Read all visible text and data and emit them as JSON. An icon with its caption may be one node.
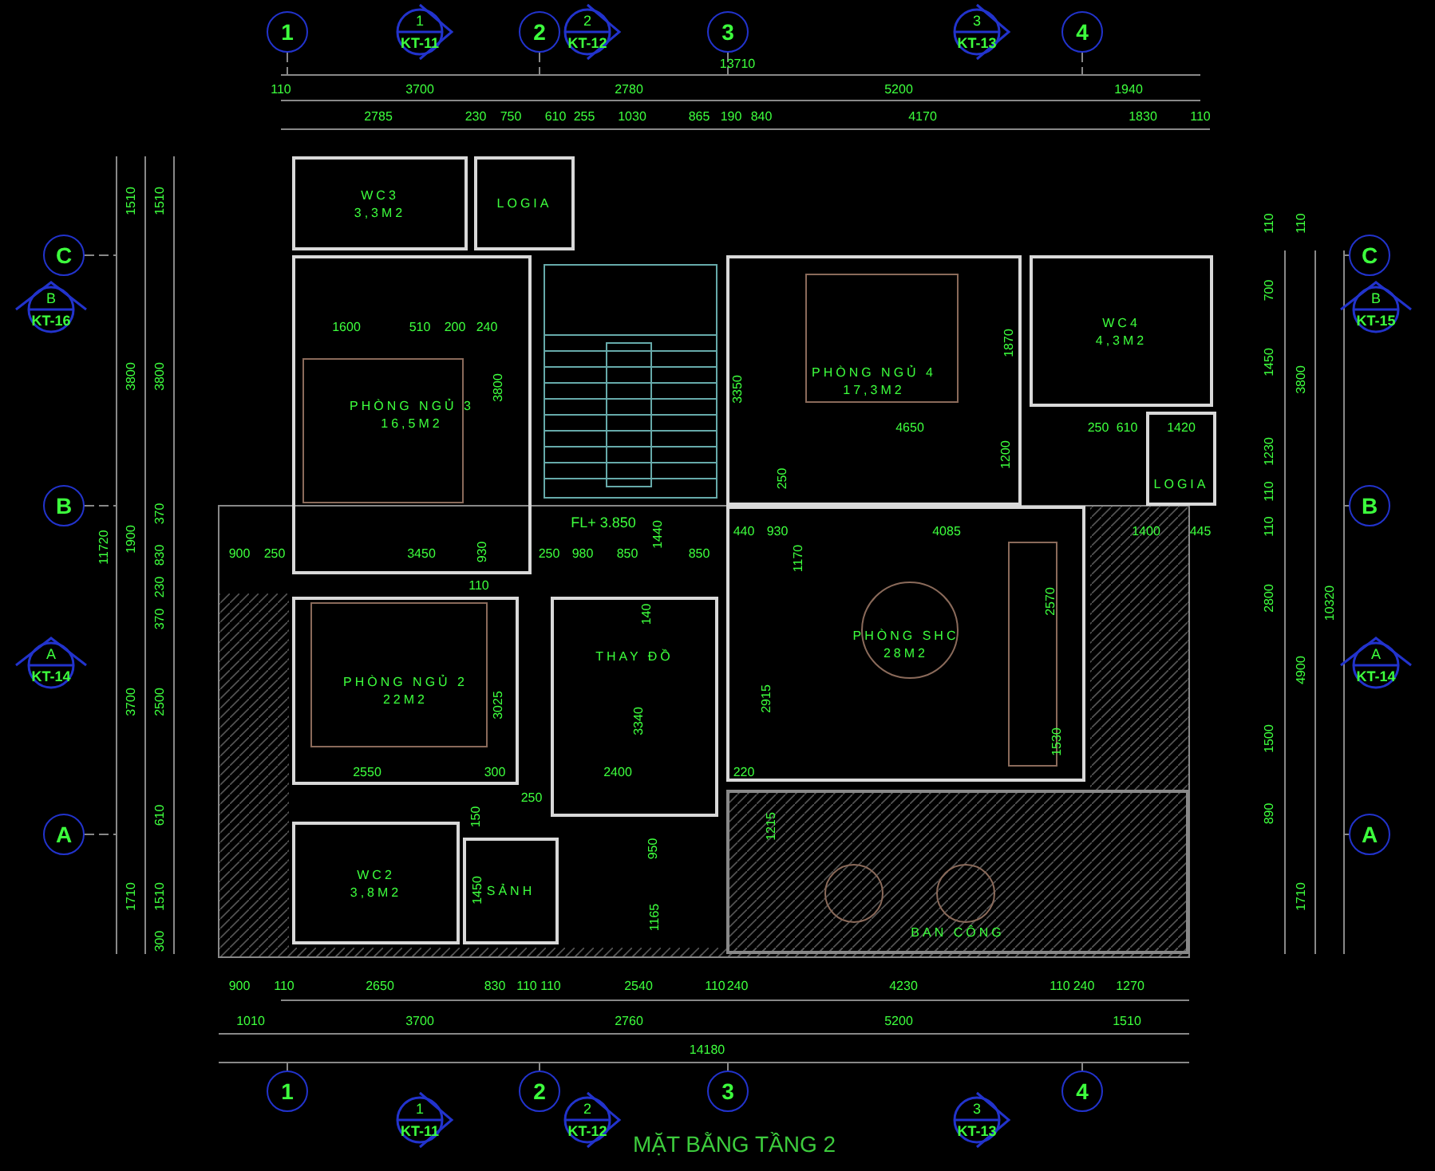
{
  "diagram": {
    "title": "MẶT BẰNG TẦNG 2",
    "nodes": [
      {
        "text": [
          "WC3",
          "3,3M2"
        ]
      },
      {
        "text": [
          "LOGIA"
        ]
      },
      {
        "text": [
          "PHÒNG NGỦ 3",
          "16,5M2"
        ]
      },
      {
        "text": [
          "PHÒNG NGỦ 4",
          "17,3M2"
        ]
      },
      {
        "text": [
          "WC4",
          "4,3M2"
        ]
      },
      {
        "text": [
          "LOGIA"
        ]
      },
      {
        "text": [
          "PHÒNG SHC",
          "28M2"
        ]
      },
      {
        "text": [
          "PHÒNG NGỦ 2",
          "22M2"
        ]
      },
      {
        "text": [
          "THAY ĐỒ"
        ]
      },
      {
        "text": [
          "WC2",
          "3,8M2"
        ]
      },
      {
        "text": [
          "SẢNH"
        ]
      },
      {
        "text": [
          "BAN CÔNG"
        ]
      }
    ],
    "labels": [
      "1",
      "1",
      "KT-11",
      "2",
      "2",
      "KT-12",
      "3",
      "3",
      "KT-13",
      "4",
      "13710",
      "110",
      "3700",
      "2780",
      "5200",
      "1940",
      "2785",
      "230",
      "750",
      "610",
      "255",
      "1030",
      "865",
      "190",
      "840",
      "4170",
      "1830",
      "110",
      "C",
      "B",
      "KT-16",
      "B",
      "A",
      "KT-14",
      "A",
      "1510",
      "1510",
      "3800",
      "3800",
      "11720",
      "1900",
      "370",
      "830",
      "230",
      "370",
      "3700",
      "2500",
      "610",
      "1710",
      "1510",
      "300",
      "C",
      "B",
      "KT-15",
      "B",
      "A",
      "KT-14",
      "A",
      "110",
      "110",
      "700",
      "1450",
      "3800",
      "1230",
      "110",
      "110",
      "2800",
      "10320",
      "4900",
      "1500",
      "890",
      "1710",
      "1600",
      "510",
      "200",
      "240",
      "3800",
      "1870",
      "3350",
      "4650",
      "250",
      "610",
      "1420",
      "1200",
      "250",
      "FL+ 3.850",
      "1440",
      "440",
      "930",
      "1170",
      "4085",
      "1400",
      "445",
      "900",
      "250",
      "3450",
      "930",
      "250",
      "980",
      "850",
      "850",
      "110",
      "140",
      "2570",
      "3025",
      "3340",
      "2915",
      "1530",
      "2550",
      "300",
      "250",
      "2400",
      "220",
      "150",
      "1215",
      "950",
      "1450",
      "1165",
      "900",
      "110",
      "2650",
      "830",
      "110",
      "110",
      "2540",
      "110",
      "240",
      "4230",
      "110",
      "240",
      "1270",
      "1010",
      "3700",
      "2760",
      "5200",
      "1510",
      "14180",
      "1",
      "2",
      "3",
      "4",
      "1",
      "KT-11",
      "2",
      "KT-12",
      "3",
      "KT-13"
    ]
  }
}
